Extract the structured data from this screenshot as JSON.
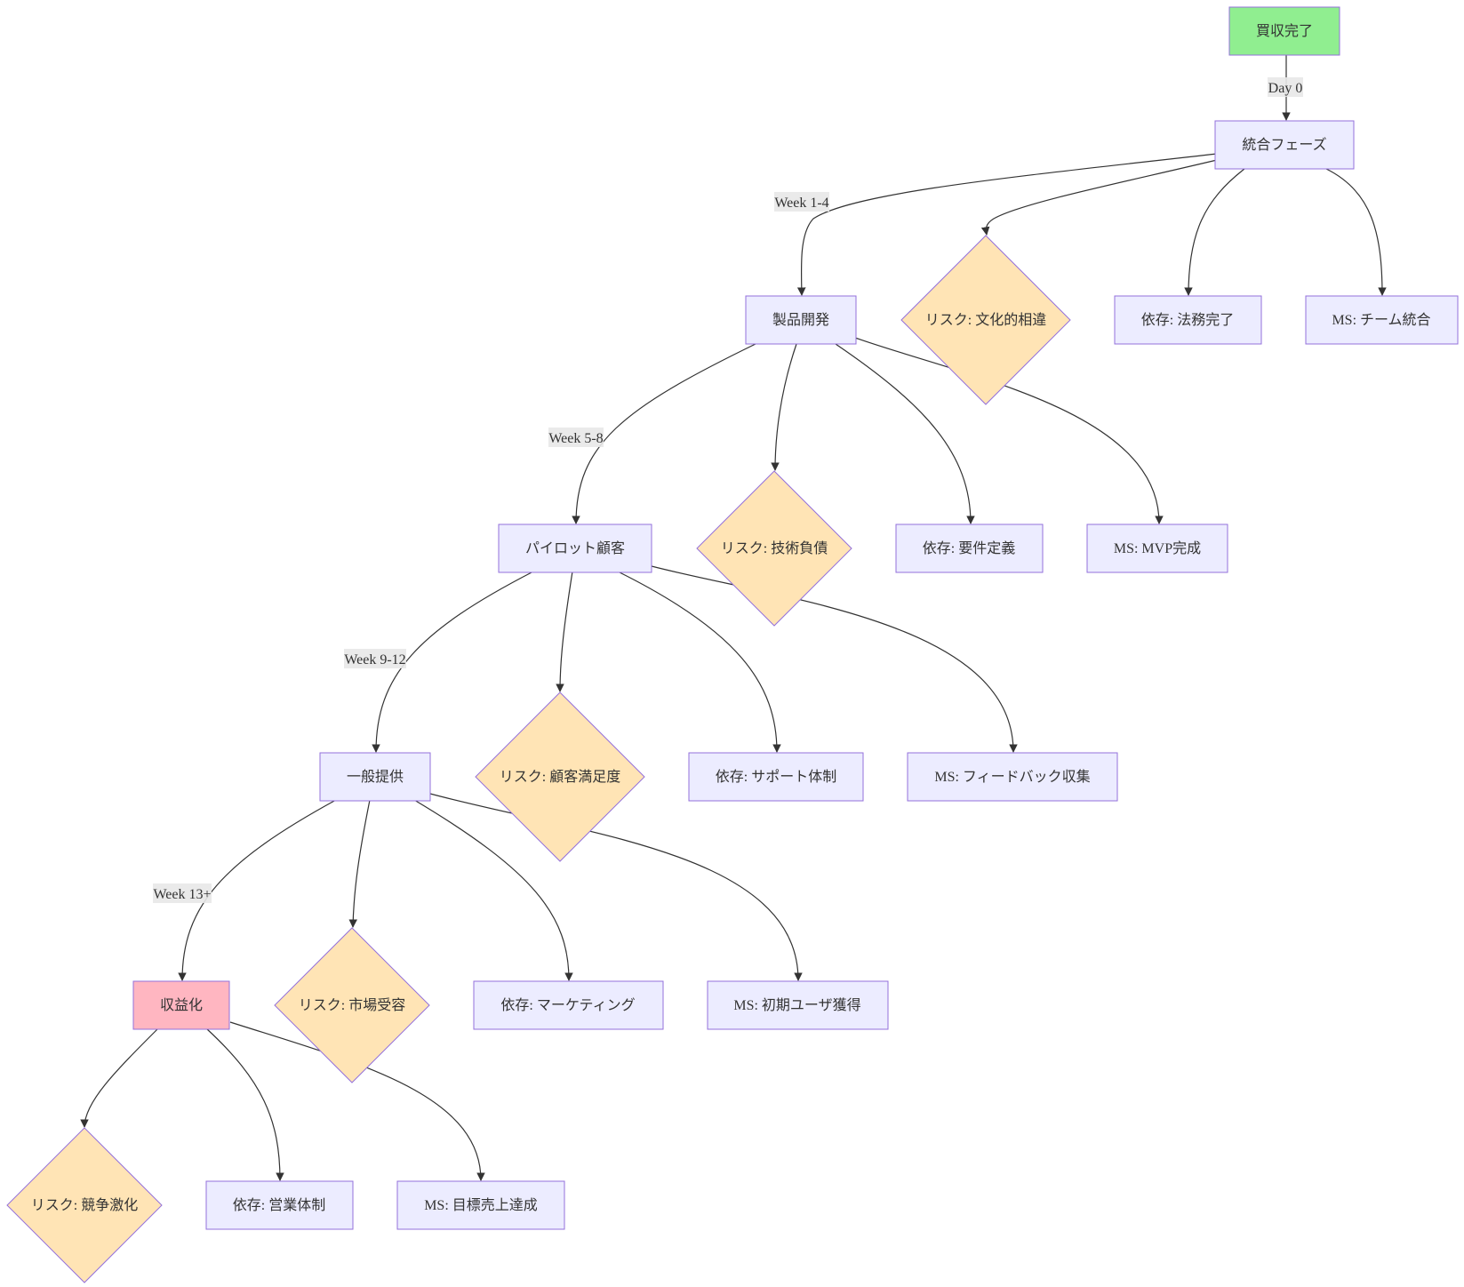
{
  "colors": {
    "start": "#90EE90",
    "default": "#ECECFF",
    "risk": "#FFE4B5",
    "final": "#FFB6C1",
    "border": "#9370DB",
    "edge": "#333333"
  },
  "nodes": {
    "acq": "買収完了",
    "integ": "統合フェーズ",
    "risk1": "リスク: 文化的相違",
    "dep1": "依存: 法務完了",
    "ms1": "MS: チーム統合",
    "prod": "製品開発",
    "risk2": "リスク: 技術負債",
    "dep2": "依存: 要件定義",
    "ms2": "MS: MVP完成",
    "pilot": "パイロット顧客",
    "risk3": "リスク: 顧客満足度",
    "dep3": "依存: サポート体制",
    "ms3": "MS: フィードバック収集",
    "ga": "一般提供",
    "risk4": "リスク: 市場受容",
    "dep4": "依存: マーケティング",
    "ms4": "MS: 初期ユーザ獲得",
    "rev": "収益化",
    "risk5": "リスク: 競争激化",
    "dep5": "依存: 営業体制",
    "ms5": "MS: 目標売上達成"
  },
  "edge_labels": {
    "day0": "Day 0",
    "week1": "Week 1-4",
    "week5": "Week 5-8",
    "week9": "Week 9-12",
    "week13": "Week 13+"
  }
}
